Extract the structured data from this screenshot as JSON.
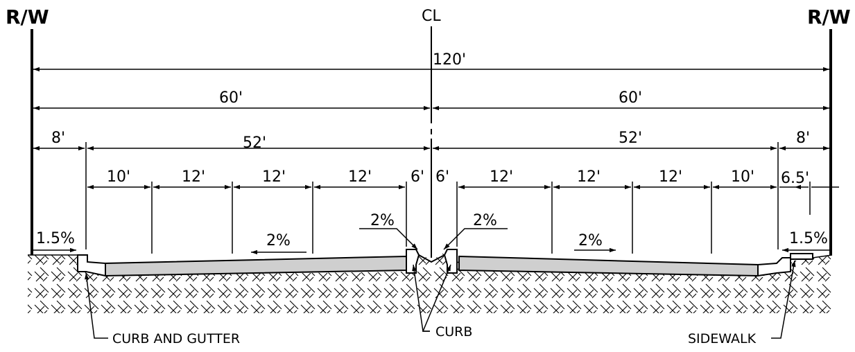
{
  "labels": {
    "rw_left": "R/W",
    "rw_right": "R/W",
    "centerline": "CL"
  },
  "dimensions": {
    "total": "120'",
    "half_left": "60'",
    "half_right": "60'",
    "border_left": "8'",
    "roadway_left": "52'",
    "roadway_right": "52'",
    "border_right": "8'",
    "lane_l1": "10'",
    "lane_l2": "12'",
    "lane_l3": "12'",
    "lane_l4": "12'",
    "median_l": "6'",
    "median_r": "6'",
    "lane_r1": "12'",
    "lane_r2": "12'",
    "lane_r3": "12'",
    "lane_r4": "10'",
    "sidewalk_offset": "6.5'"
  },
  "slopes": {
    "left_sidewalk": "1.5%",
    "left_pavement": "2%",
    "median_left": "2%",
    "median_right": "2%",
    "right_pavement": "2%",
    "right_sidewalk": "1.5%"
  },
  "callouts": {
    "curb_and_gutter": "CURB AND GUTTER",
    "curb": "CURB",
    "sidewalk": "SIDEWALK"
  }
}
